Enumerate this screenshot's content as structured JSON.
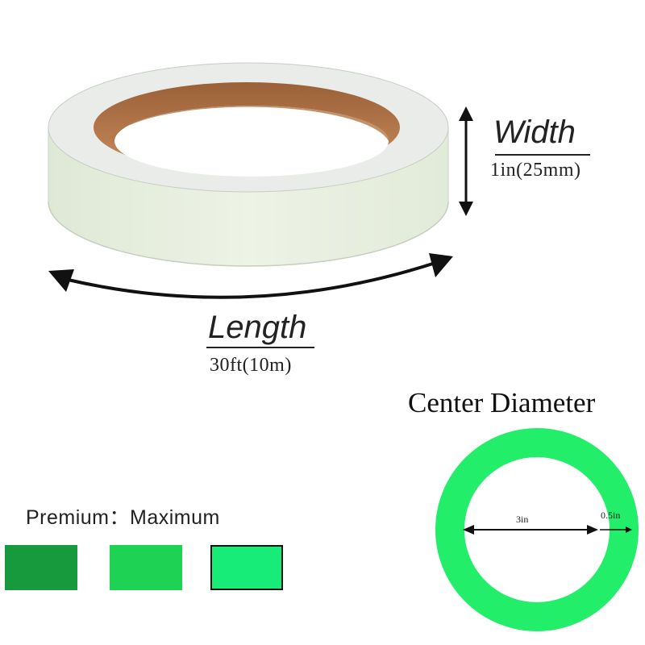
{
  "width": {
    "label": "Width",
    "value": "1in(25mm)"
  },
  "length": {
    "label": "Length",
    "value": "30ft(10m)"
  },
  "center_diameter": {
    "title": "Center Diameter",
    "inner_diameter": "3in",
    "thickness": "0.5in",
    "ring_color": "#22ee6a"
  },
  "premium": {
    "label": "Premium：Maximum",
    "swatches": [
      "#169a3d",
      "#1ed254",
      "#17ec78"
    ]
  }
}
